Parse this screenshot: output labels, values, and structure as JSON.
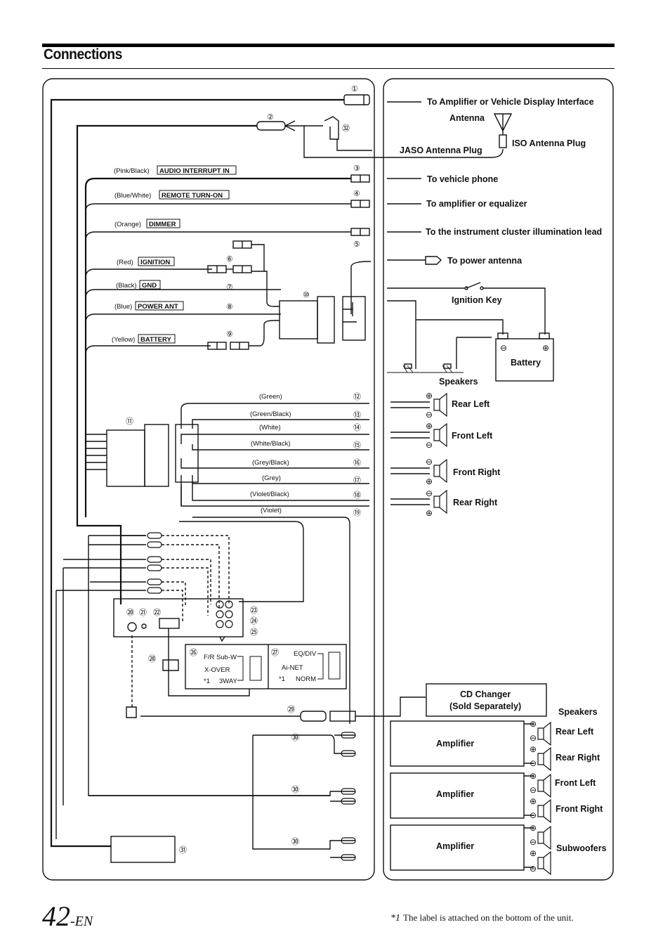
{
  "page": {
    "title": "Connections",
    "page_number": "42",
    "page_suffix": "-EN"
  },
  "footnote": {
    "mark": "*1",
    "text": "The label is attached on the bottom of the unit."
  },
  "right_labels": {
    "amp_display": "To Amplifier or Vehicle Display Interface",
    "antenna": "Antenna",
    "iso_plug": "ISO Antenna Plug",
    "jaso_plug": "JASO Antenna Plug",
    "vehicle_phone": "To vehicle phone",
    "amp_eq": "To amplifier or equalizer",
    "illum": "To the instrument cluster illumination lead",
    "power_ant": "To power antenna",
    "ignition_key": "Ignition Key",
    "battery": "Battery",
    "speakers": "Speakers",
    "rear_left": "Rear Left",
    "front_left": "Front Left",
    "front_right": "Front Right",
    "rear_right": "Rear Right",
    "cd_changer_1": "CD Changer",
    "cd_changer_2": "(Sold Separately)",
    "speakers2": "Speakers",
    "amplifier": "Amplifier",
    "subwoofers": "Subwoofers"
  },
  "wires": [
    {
      "color": "(Pink/Black)",
      "tag": "AUDIO INTERRUPT IN"
    },
    {
      "color": "(Blue/White)",
      "tag": "REMOTE TURN-ON"
    },
    {
      "color": "(Orange)",
      "tag": "DIMMER"
    },
    {
      "color": "(Red)",
      "tag": "IGNITION"
    },
    {
      "color": "(Black)",
      "tag": "GND"
    },
    {
      "color": "(Blue)",
      "tag": "POWER ANT"
    },
    {
      "color": "(Yellow)",
      "tag": "BATTERY"
    }
  ],
  "speaker_wires": [
    "(Green)",
    "(Green/Black)",
    "(White)",
    "(White/Black)",
    "(Grey/Black)",
    "(Grey)",
    "(Violet/Black)",
    "(Violet)"
  ],
  "numbers": [
    "①",
    "②",
    "③",
    "④",
    "⑤",
    "⑥",
    "⑦",
    "⑧",
    "⑨",
    "⑩",
    "⑪",
    "⑫",
    "⑬",
    "⑭",
    "⑮",
    "⑯",
    "⑰",
    "⑱",
    "⑲",
    "⑳",
    "㉑",
    "㉒",
    "㉓",
    "㉔",
    "㉕",
    "㉖",
    "㉗",
    "㉘",
    "㉙",
    "㉚",
    "㉛",
    "㉜"
  ],
  "switches": {
    "s26_top": "F/R Sub-W",
    "s26_mid": "X-OVER",
    "s26_bot": "3WAY",
    "s27_top": "EQ/DIV",
    "s27_mid": "Ai-NET",
    "s27_bot": "NORM",
    "star": "*1"
  },
  "colors": {
    "line": "#111111",
    "panel_border": "#222222"
  }
}
